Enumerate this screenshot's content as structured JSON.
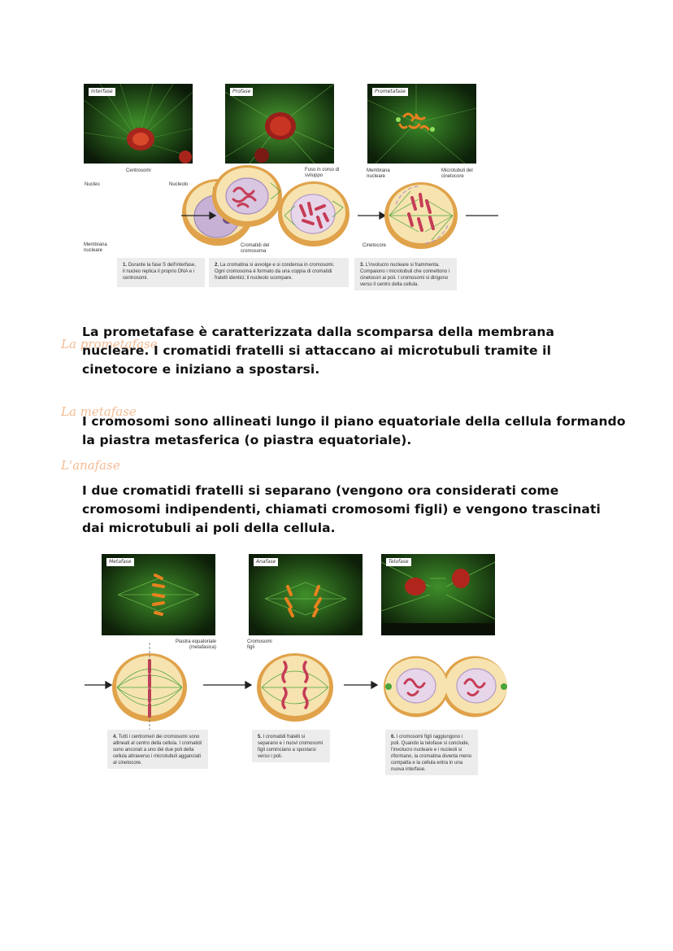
{
  "top_figure": {
    "micrographs": [
      "Interfase",
      "Profase",
      "Prometafase"
    ],
    "labels": {
      "centrosomi": "Centrosomi",
      "nucleo": "Nucleo",
      "nucleolo": "Nucleolo",
      "membrana_nucleare": "Membrana nucleare",
      "fuso": "Fuso in corso di sviluppo",
      "cromatidi": "Cromatidi del cromosoma",
      "membrana_nucleare_2": "Membrana nucleare",
      "microtubuli": "Microtubuli del cinetocore",
      "cinetocore": "Cinetocore"
    },
    "captions": [
      {
        "num": "1.",
        "text": "Durante la fase S dell'interfase, il nucleo replica il proprio DNA e i centrosomi."
      },
      {
        "num": "2.",
        "text": "La cromatina si avvolge e si condensa in cromosomi. Ogni cromosoma è formato da una coppia di cromatidi fratelli identici; il nucleolo scompare."
      },
      {
        "num": "3.",
        "text": "L'involucro nucleare si frammenta. Compaiono i microtubuli che connettono i cinetocori ai poli. I cromosomi si dirigono verso il centro della cellula."
      }
    ]
  },
  "notes": {
    "heading_prometafase": "La prometafase",
    "para_prometafase": [
      "La prometafase è caratterizzata dalla scomparsa della membrana",
      "nucleare. I cromatidi fratelli si attaccano ai microtubuli tramite il",
      "cinetocore e iniziano a spostarsi."
    ],
    "heading_metafase": "La metafase",
    "para_metafase": [
      "I cromosomi sono allineati lungo il piano equatoriale della cellula formando",
      "la piastra metasferica (o piastra equatoriale)."
    ],
    "heading_anafase": "L'anafase",
    "para_anafase": [
      "I due cromatidi fratelli si separano (vengono ora considerati come",
      "cromosomi indipendenti, chiamati cromosomi figli) e vengono trascinati",
      "dai microtubuli ai poli della cellula."
    ]
  },
  "bottom_figure": {
    "micrographs": [
      "Metafase",
      "Anafase",
      "Telofase"
    ],
    "labels": {
      "piastra": "Piastra equatoriale (metafasica)",
      "figli": "Cromosomi figli"
    },
    "captions": [
      {
        "num": "4.",
        "text": "Tutti i centromeri dei cromosomi sono allineati al centro della cellula. I cromatidi sono ancorati a uno dei due poli della cellula attraverso i microtubuli agganciati al cinetocore."
      },
      {
        "num": "5.",
        "text": "I cromatidi fratelli si separano e i nuovi cromosomi figli cominciano a spostarsi verso i poli."
      },
      {
        "num": "6.",
        "text": "I cromosomi figli raggiungono i poli. Quando la telofase si conclude, l'involucro nucleare e i nucleoli si riformano, la cromatina diventa meno compatta e la cellula entra in una nuova interfase."
      }
    ]
  },
  "colors": {
    "heading": "#f0a56e",
    "cell_outer": "#e0a24a",
    "cell_inner": "#f6e3b0",
    "nucleus": "#cfb8d8",
    "chromosome": "#d7425a",
    "spindle": "#4fa53a"
  }
}
